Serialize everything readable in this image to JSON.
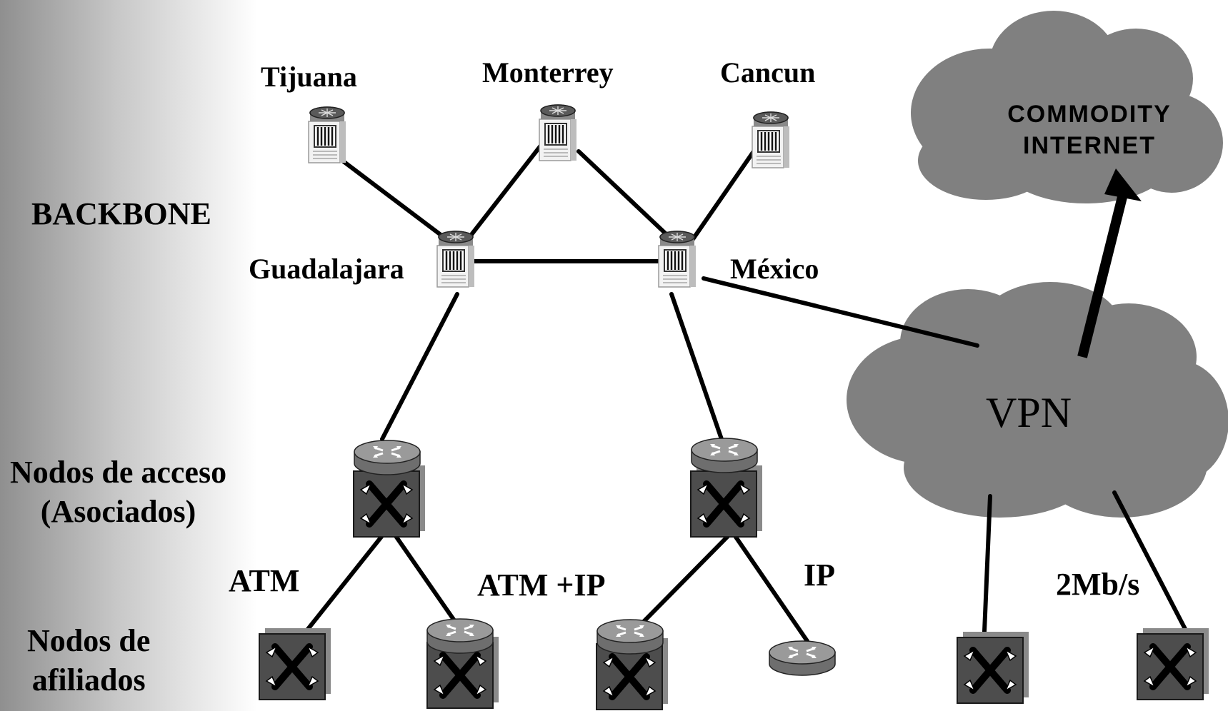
{
  "sections": {
    "backbone": "BACKBONE",
    "access_nodes_line1": "Nodos de acceso",
    "access_nodes_line2": "(Asociados)",
    "affiliate_nodes_line1": "Nodos de",
    "affiliate_nodes_line2": "afiliados"
  },
  "cities": {
    "tijuana": "Tijuana",
    "monterrey": "Monterrey",
    "cancun": "Cancun",
    "guadalajara": "Guadalajara",
    "mexico": "México"
  },
  "link_labels": {
    "atm": "ATM",
    "atm_ip": "ATM +IP",
    "ip": "IP",
    "rate": "2Mb/s"
  },
  "clouds": {
    "commodity_line1": "COMMODITY",
    "commodity_line2": "INTERNET",
    "vpn": "VPN"
  },
  "colors": {
    "cloud": "#808080",
    "device_dark": "#4a4a4a",
    "server_light": "#e6e6e6",
    "line": "#000000"
  }
}
